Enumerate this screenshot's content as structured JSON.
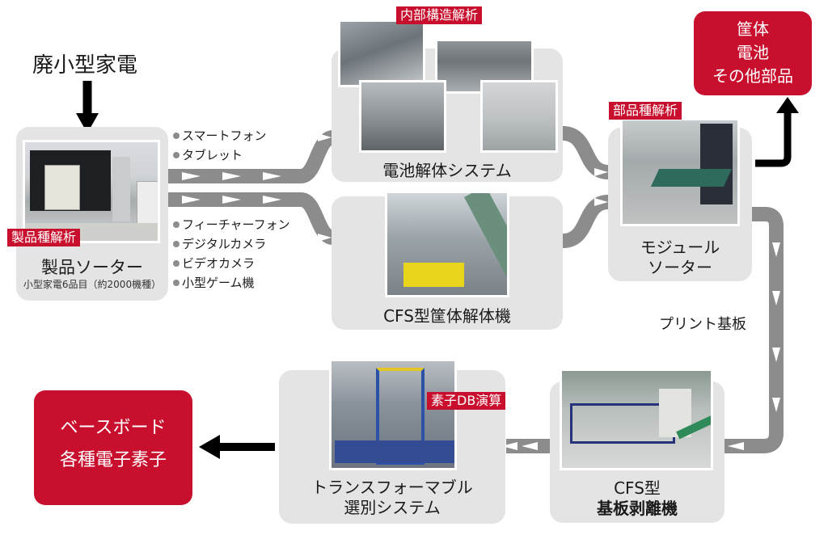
{
  "input": {
    "label": "廃小型家電"
  },
  "stages": {
    "product_sorter": {
      "title": "製品ソーター",
      "subtitle": "小型家電6品目（約2000機種）",
      "tag": "製品種解析"
    },
    "battery_dismantling": {
      "title": "電池解体システム",
      "tag": "内部構造解析"
    },
    "cfs_housing": {
      "title": "CFS型筐体解体機"
    },
    "module_sorter": {
      "title_line1": "モジュール",
      "title_line2": "ソーター",
      "tag": "部品種解析"
    },
    "cfs_board_peeler": {
      "title_line1": "CFS型",
      "title_line2": "基板剥離機"
    },
    "transformable_sorter": {
      "title_line1": "トランスフォーマブル",
      "title_line2": "選別システム",
      "tag": "素子DB演算"
    }
  },
  "routes": {
    "upper_items": [
      "スマートフォン",
      "タブレット"
    ],
    "lower_items": [
      "フィーチャーフォン",
      "デジタルカメラ",
      "ビデオカメラ",
      "小型ゲーム機"
    ],
    "pcb_label": "プリント基板"
  },
  "outputs": {
    "recovered_parts": {
      "lines": [
        "筐体",
        "電池",
        "その他部品"
      ]
    },
    "final_products": {
      "lines": [
        "ベースボード",
        "各種電子素子"
      ]
    }
  },
  "colors": {
    "accent_red": "#c8102e",
    "panel_gray": "#e4e4e4",
    "flow_gray": "#8c8c8c",
    "arrow_black": "#000000"
  }
}
